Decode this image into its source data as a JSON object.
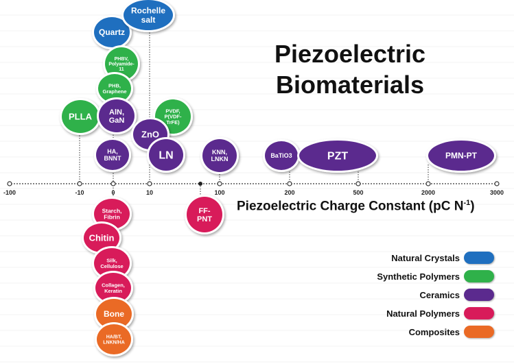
{
  "title_line1": "Piezoelectric",
  "title_line2": "Biomaterials",
  "axis": {
    "label": "Piezoelectric Charge Constant (pC N",
    "label_sup": "-1",
    "label_close": ")",
    "ticks": [
      "-100",
      "-10",
      "0",
      "10",
      "100",
      "200",
      "500",
      "2000",
      "3000"
    ]
  },
  "categories": {
    "natural_crystals": {
      "label": "Natural Crystals",
      "color": "#1f6fbf"
    },
    "synthetic_polymers": {
      "label": "Synthetic Polymers",
      "color": "#2fb14a"
    },
    "ceramics": {
      "label": "Ceramics",
      "color": "#5b2a8e"
    },
    "natural_polymers": {
      "label": "Natural Polymers",
      "color": "#d81b5a"
    },
    "composites": {
      "label": "Composites",
      "color": "#ea6a25"
    }
  },
  "legend_order": [
    "natural_crystals",
    "synthetic_polymers",
    "ceramics",
    "natural_polymers",
    "composites"
  ],
  "materials": [
    {
      "id": "quartz",
      "lines": [
        "Quartz"
      ],
      "category": "natural_crystals",
      "size": "m"
    },
    {
      "id": "rochelle-salt",
      "lines": [
        "Rochelle",
        "salt"
      ],
      "category": "natural_crystals",
      "size": "l"
    },
    {
      "id": "phbv-polyamide",
      "lines": [
        "PHBV,",
        "Polyamide-",
        "11"
      ],
      "category": "synthetic_polymers",
      "size": "xs"
    },
    {
      "id": "phb-graphene",
      "lines": [
        "PHB,",
        "Graphene"
      ],
      "category": "synthetic_polymers",
      "size": "xs"
    },
    {
      "id": "plla",
      "lines": [
        "PLLA"
      ],
      "category": "synthetic_polymers",
      "size": "m"
    },
    {
      "id": "aln-gan",
      "lines": [
        "AlN,",
        "GaN"
      ],
      "category": "ceramics",
      "size": "m"
    },
    {
      "id": "pvdf",
      "lines": [
        "PVDF,",
        "P(VDF-",
        "TrFE)"
      ],
      "category": "synthetic_polymers",
      "size": "xs"
    },
    {
      "id": "zno",
      "lines": [
        "ZnO"
      ],
      "category": "ceramics",
      "size": "m"
    },
    {
      "id": "ha-bnnt",
      "lines": [
        "HA,",
        "BNNT"
      ],
      "category": "ceramics",
      "size": "s"
    },
    {
      "id": "ln",
      "lines": [
        "LN"
      ],
      "category": "ceramics",
      "size": "m"
    },
    {
      "id": "knn-lnkn",
      "lines": [
        "KNN,",
        "LNKN"
      ],
      "category": "ceramics",
      "size": "s"
    },
    {
      "id": "batio3",
      "lines": [
        "BaTiO3"
      ],
      "category": "ceramics",
      "size": "s"
    },
    {
      "id": "pzt",
      "lines": [
        "PZT"
      ],
      "category": "ceramics",
      "size": "xl"
    },
    {
      "id": "pmn-pt",
      "lines": [
        "PMN-PT"
      ],
      "category": "ceramics",
      "size": "xl"
    },
    {
      "id": "ff-pnt",
      "lines": [
        "FF-",
        "PNT"
      ],
      "category": "natural_polymers",
      "size": "m"
    },
    {
      "id": "starch-fibrin",
      "lines": [
        "Starch,",
        "Fibrin"
      ],
      "category": "natural_polymers",
      "size": "s"
    },
    {
      "id": "chitin",
      "lines": [
        "Chitin"
      ],
      "category": "natural_polymers",
      "size": "m"
    },
    {
      "id": "silk-cellulose",
      "lines": [
        "Silk,",
        "Cellulose"
      ],
      "category": "natural_polymers",
      "size": "xs"
    },
    {
      "id": "collagen-keratin",
      "lines": [
        "Collagen,",
        "Keratin"
      ],
      "category": "natural_polymers",
      "size": "xs"
    },
    {
      "id": "bone",
      "lines": [
        "Bone"
      ],
      "category": "composites",
      "size": "m"
    },
    {
      "id": "ha-bt-lnkn-ha",
      "lines": [
        "HA/BT,",
        "LNKN/HA"
      ],
      "category": "composites",
      "size": "xs"
    }
  ]
}
